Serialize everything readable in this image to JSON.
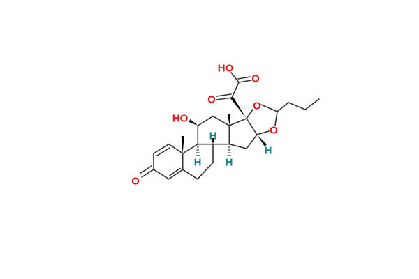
{
  "molecule": {
    "atom_labels": {
      "hydroxyl_11": "HO",
      "ketone_3": "O",
      "ketone_20": "O",
      "acid_oh": "HO",
      "acid_o": "O",
      "dioxolane_o1": "O",
      "dioxolane_o2": "O",
      "h_8": "H",
      "h_9": "H",
      "h_14": "H",
      "h_16": "H"
    },
    "colors": {
      "oxygen": "#ee1111",
      "hydrogen": "#1a8080",
      "bond": "#333333"
    }
  }
}
